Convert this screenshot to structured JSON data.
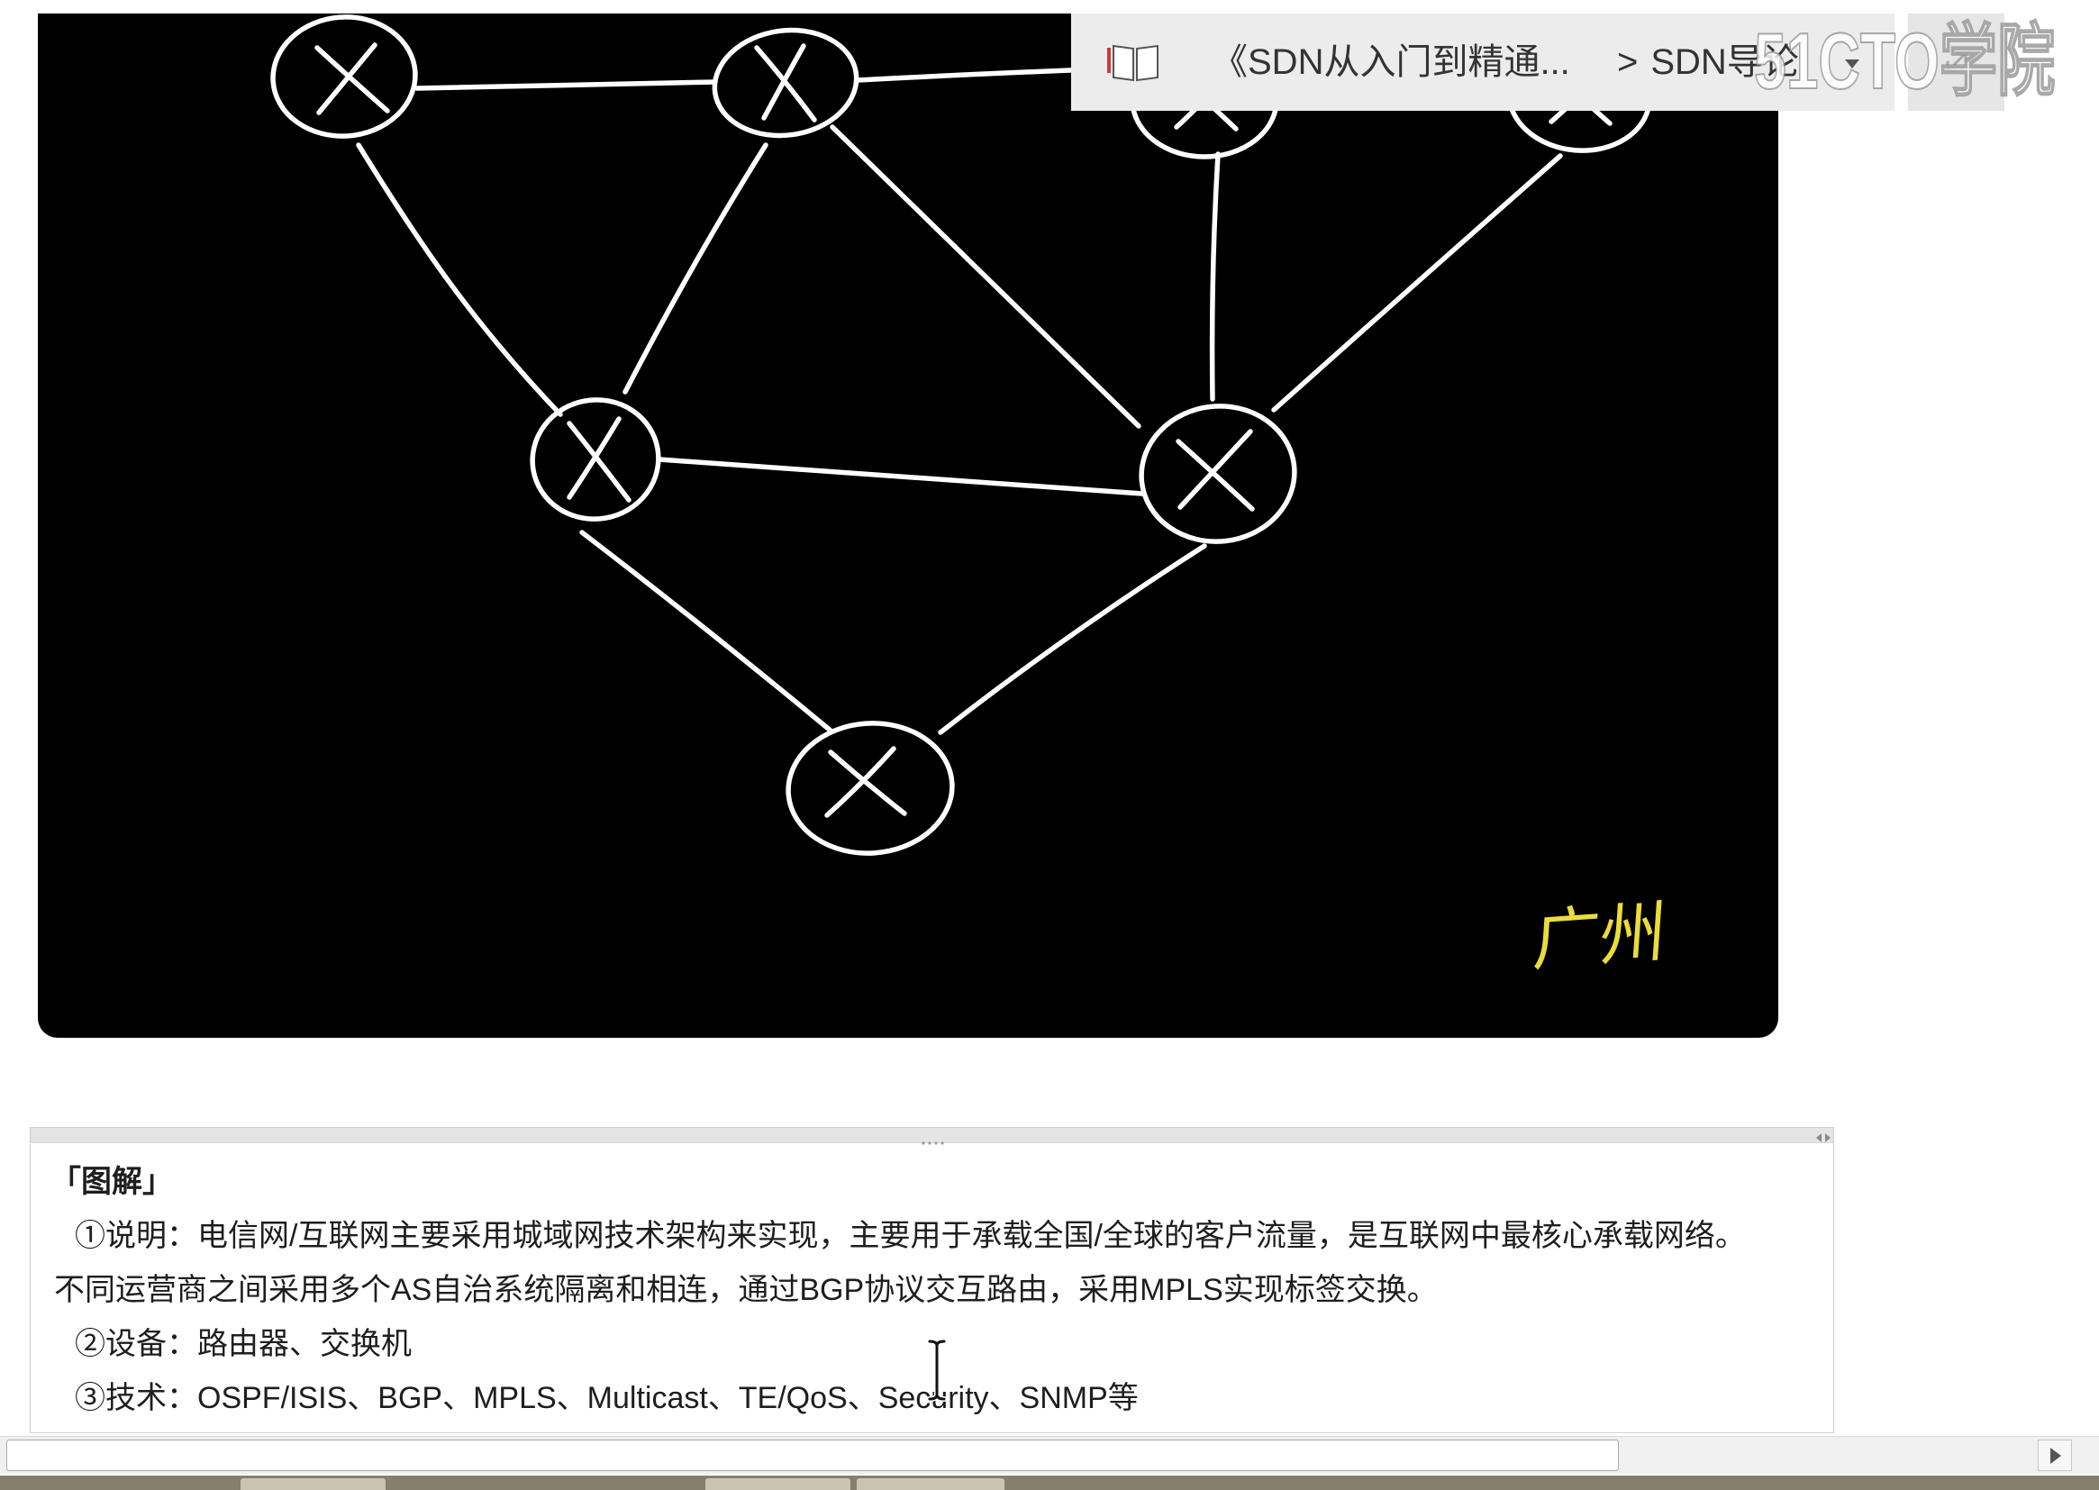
{
  "colors": {
    "canvas_background": "#000000",
    "drawing_stroke": "#ffffff",
    "handwriting": "#ecdc3a",
    "toolbar_background": "#ececec",
    "book_accent": "#d8343c",
    "taskbar": "#857f6d"
  },
  "toolbar": {
    "book_icon": "book-icon",
    "course_title": "《SDN从入门到精通...",
    "separator": ">",
    "chapter": "SDN导论",
    "dropdown_icon": "chevron-down-icon",
    "expand_icon": "expand-icon"
  },
  "watermark": {
    "text": "51CTO学院"
  },
  "video": {
    "handwritten_note": "广州"
  },
  "notes": {
    "splitter_icon": "grip-icon",
    "collapse_icon": "collapse-icon",
    "heading": "「图解」",
    "lines": [
      "①说明：电信网/互联网主要采用城域网技术架构来实现，主要用于承载全国/全球的客户流量，是互联网中最核心承载网络。",
      "不同运营商之间采用多个AS自治系统隔离和相连，通过BGP协议交互路由，采用MPLS实现标签交换。",
      "②设备：路由器、交换机",
      "③技术：OSPF/ISIS、BGP、MPLS、Multicast、TE/QoS、Security、SNMP等"
    ]
  },
  "cursor_icon": "text-cursor-icon",
  "scrollbar": {
    "right_arrow_icon": "arrow-right-icon"
  }
}
